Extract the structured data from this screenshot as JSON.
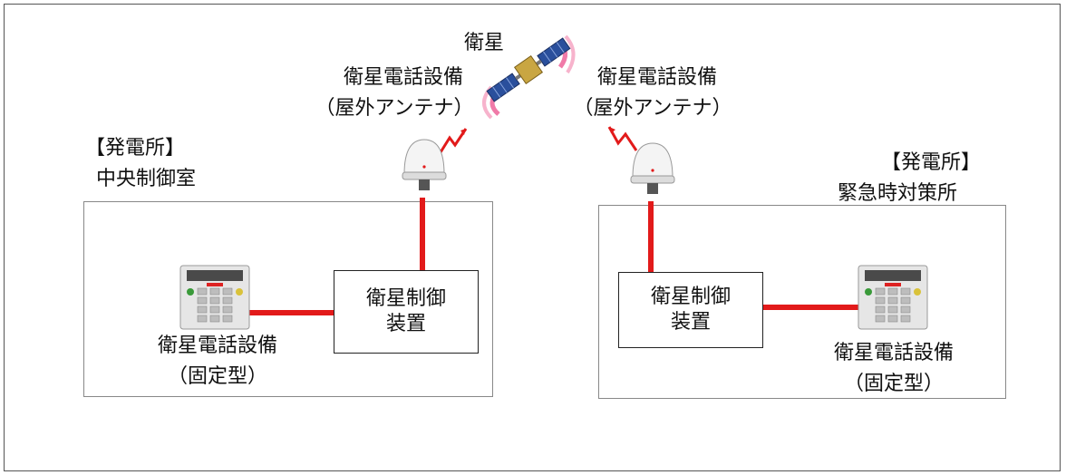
{
  "satellite": {
    "label": "衛星",
    "icon": "satellite-icon"
  },
  "left_site": {
    "title": "【発電所】",
    "room": "中央制御室",
    "antenna_label": "衛星電話設備",
    "antenna_sub": "（屋外アンテナ）",
    "controller_line1": "衛星制御",
    "controller_line2": "装置",
    "phone_label": "衛星電話設備",
    "phone_sub": "（固定型）"
  },
  "right_site": {
    "title": "【発電所】",
    "room": "緊急時対策所",
    "antenna_label": "衛星電話設備",
    "antenna_sub": "（屋外アンテナ）",
    "controller_line1": "衛星制御",
    "controller_line2": "装置",
    "phone_label": "衛星電話設備",
    "phone_sub": "（固定型）"
  },
  "colors": {
    "link": "#e21a1a",
    "signal": "#e21a1a",
    "beam": "#f07aa8",
    "panel": "#2a4f9c"
  }
}
